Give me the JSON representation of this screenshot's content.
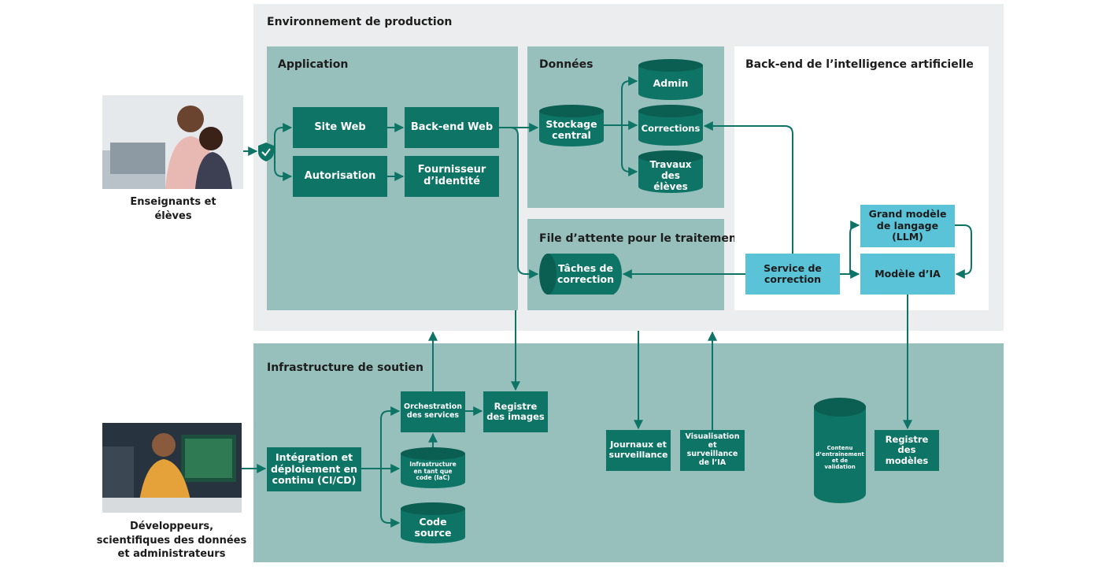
{
  "regions": {
    "production": "Environnement de production",
    "application": "Application",
    "data": "Données",
    "queue": "File d’attente pour le traitement",
    "ai_backend": "Back-end de l’intelligence artificielle",
    "support": "Infrastructure de soutien"
  },
  "actors": {
    "teachers": "Enseignants et élèves",
    "developers": "Développeurs, scientifiques des données et administrateurs"
  },
  "app": {
    "website": "Site Web",
    "web_backend": "Back-end Web",
    "authorization": "Autorisation",
    "identity_provider": "Fournisseur d’identité"
  },
  "data": {
    "central_storage": "Stockage central",
    "admin": "Admin",
    "corrections": "Corrections",
    "student_work": "Travaux des élèves"
  },
  "queue": {
    "grading_tasks": "Tâches de correction"
  },
  "ai": {
    "llm": "Grand modèle de langage (LLM)",
    "ai_model": "Modèle d’IA",
    "grading_service": "Service de correction"
  },
  "support": {
    "cicd": "Intégration et déploiement en continu (CI/CD)",
    "orchestration": "Orchestration des services",
    "image_registry": "Registre des images",
    "iac": "Infrastructure en tant que code (IaC)",
    "source_code": "Code source",
    "logs": "Journaux et surveillance",
    "ai_monitoring": "Visualisation et surveillance de l’IA",
    "training_data": "Contenu d’entraînement et de validation",
    "model_registry": "Registre des modèles"
  },
  "colors": {
    "dark_teal": "#0e7566",
    "light_teal": "#97c0bc",
    "light_blue": "#5bc3d8",
    "gray": "#ebedee"
  }
}
